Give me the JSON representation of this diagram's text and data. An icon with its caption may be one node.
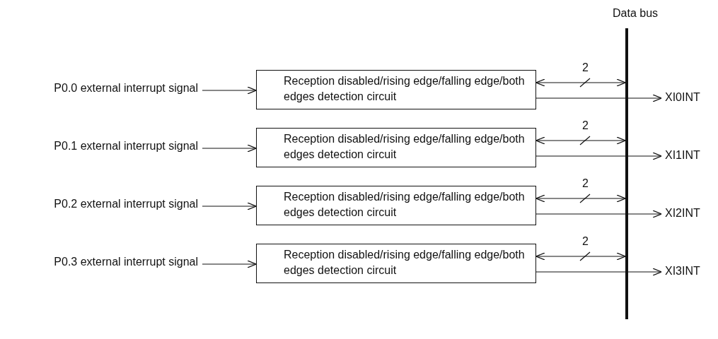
{
  "diagram": {
    "nodes": [
      {
        "text": [],
        "shape": "bar",
        "beside": [
          "Data bus"
        ]
      },
      {
        "text": [
          "P0.0 external interrupt signal"
        ]
      },
      {
        "text": [
          "Reception disabled/rising edge/falling edge/both edges detection circuit"
        ]
      },
      {
        "text": [
          "XI0INT"
        ]
      },
      {
        "text": [
          "P0.1 external interrupt signal"
        ]
      },
      {
        "text": [
          "Reception disabled/rising edge/falling edge/both edges detection circuit"
        ]
      },
      {
        "text": [
          "XI1INT"
        ]
      },
      {
        "text": [
          "P0.2 external interrupt signal"
        ]
      },
      {
        "text": [
          "Reception disabled/rising edge/falling edge/both edges detection circuit"
        ]
      },
      {
        "text": [
          "XI2INT"
        ]
      },
      {
        "text": [
          "P0.3 external interrupt signal"
        ]
      },
      {
        "text": [
          "Reception disabled/rising edge/falling edge/both edges detection circuit"
        ]
      },
      {
        "text": [
          "XI3INT"
        ]
      }
    ],
    "edges": [
      {
        "from": 1,
        "to": 2,
        "arrow": "to"
      },
      {
        "from": 2,
        "to": 0,
        "arrow": "both",
        "label": "2"
      },
      {
        "from": 2,
        "to": 3,
        "arrow": "to"
      },
      {
        "from": 4,
        "to": 5,
        "arrow": "to"
      },
      {
        "from": 5,
        "to": 0,
        "arrow": "both",
        "label": "2"
      },
      {
        "from": 5,
        "to": 6,
        "arrow": "to"
      },
      {
        "from": 7,
        "to": 8,
        "arrow": "to"
      },
      {
        "from": 8,
        "to": 0,
        "arrow": "both",
        "label": "2"
      },
      {
        "from": 8,
        "to": 9,
        "arrow": "to"
      },
      {
        "from": 10,
        "to": 11,
        "arrow": "to"
      },
      {
        "from": 11,
        "to": 0,
        "arrow": "both",
        "label": "2"
      },
      {
        "from": 11,
        "to": 12,
        "arrow": "to"
      }
    ]
  }
}
